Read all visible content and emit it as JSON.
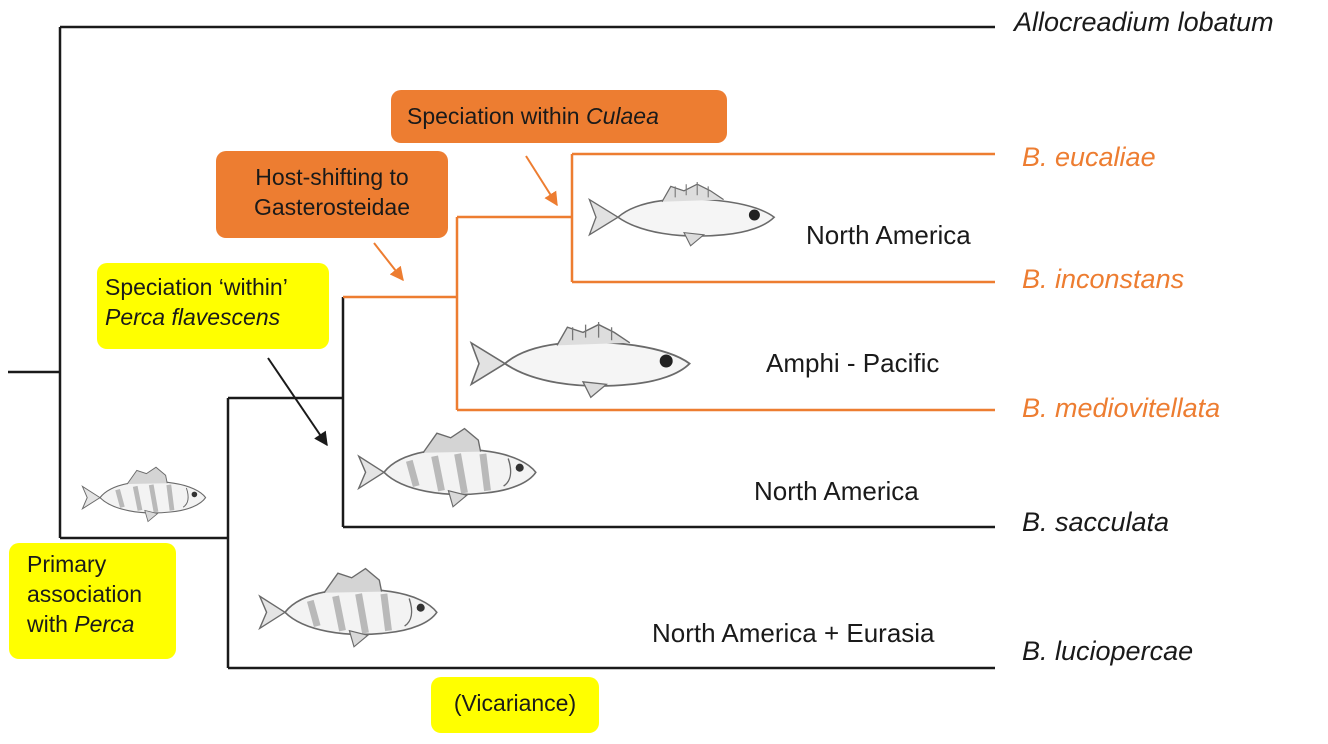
{
  "taxa": {
    "allocreadium": "Allocreadium lobatum",
    "eucaliae": "B. eucaliae",
    "inconstans": "B. inconstans",
    "mediovitellata": "B. mediovitellata",
    "sacculata": "B. sacculata",
    "luciopercae": "B. luciopercae"
  },
  "regions": {
    "na_culaea": "North America",
    "amphi_pacific": "Amphi - Pacific",
    "na_perca": "North America",
    "na_eurasia": "North America + Eurasia"
  },
  "annotations": {
    "culaea": {
      "prefix": "Speciation within ",
      "italic": "Culaea"
    },
    "host_shift": {
      "line1": "Host-shifting to",
      "line2": "Gasterosteidae"
    },
    "within_perca": {
      "line1": "Speciation ‘within’",
      "italic": "Perca flavescens"
    },
    "primary": {
      "line1": "Primary",
      "line2": "association",
      "prefix": "with ",
      "italic": "Perca"
    },
    "vicariance": "(Vicariance)"
  },
  "colors": {
    "tree_black": "#1a1a1a",
    "tree_orange": "#ed7d31",
    "highlight_yellow": "#ffff00",
    "highlight_orange": "#ed7d31"
  },
  "icons": [
    "stickleback-fish-icon",
    "stickleback-fish-icon",
    "perch-fish-icon",
    "perch-fish-icon",
    "perch-fish-icon"
  ]
}
